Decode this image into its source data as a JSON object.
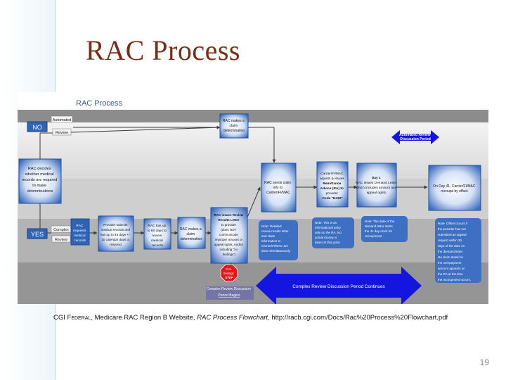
{
  "slide": {
    "title": "RAC Process",
    "page_number": "19"
  },
  "flowchart": {
    "heading": "RAC Process",
    "no_label": "NO",
    "yes_label": "YES",
    "automated_label": "Automated",
    "review_label_top": "Review",
    "complex_label": "Complex",
    "review_label_bottom": "Review",
    "decide_box": [
      "RAC decides",
      "whether medical",
      "records are required",
      "to make",
      "determinations"
    ],
    "claim_determination_top": [
      "RAC makes a",
      "claim",
      "determination"
    ],
    "automated_review_period": [
      "Automated Review",
      "Discussion Period"
    ],
    "rac_requests": [
      "RAC",
      "requests",
      "medical",
      "records"
    ],
    "provider_submits": [
      "Provider submits",
      "medical records and",
      "has up to 45 days +/-",
      "10 calendar days to",
      "respond."
    ],
    "rac_has_days": [
      "RAC has up",
      "to 60 days to",
      "review",
      "medical",
      "records"
    ],
    "claim_determination_bottom": [
      "RAC makes a",
      "claim",
      "determination"
    ],
    "review_results": [
      "RAC issues Review",
      "Results Letter",
      "to provider",
      "(does NOT",
      "communicate",
      "improper amount or",
      "appeal rights. And/or",
      "including \"no",
      "findings\")"
    ],
    "sends_claim": [
      "RAC sends claim",
      "info to",
      "Carrier/FI/MAC"
    ],
    "remittance": [
      "Carrier/FI/MAC",
      "adjusts & issues",
      "Remittance",
      "Advice (RA) to",
      "provider",
      "Code \"N432\""
    ],
    "demand_letter": [
      "Day 1",
      "RAC issues Demand Letter",
      "which includes amount and",
      "appeal rights."
    ],
    "day41": [
      "On Day 41, Carrier/FI/MAC",
      "recoups by offset."
    ],
    "note_detailed": [
      "Note: Detailed",
      "review results letter",
      "and claim",
      "information to",
      "Carrier/FI/MAC are",
      "done simultaneously"
    ],
    "note_informational": [
      "Note: This is an",
      "informational entry",
      "only on the RA. No",
      "actual money is",
      "taken at this point."
    ],
    "note_date": [
      "Note: The date of the",
      "demand letter starts",
      "the 41 day clock for",
      "recoupment."
    ],
    "note_offset": [
      "Note: Offset occurs if",
      "the provider has not",
      "submitted an appeal",
      "request within 30",
      "days of the date on",
      "the demand letter.",
      "No claim detail for",
      "the overpayment",
      "amount appears on",
      "the RA at the time",
      "the recoupment occurs."
    ],
    "stop_sign": [
      "If no",
      "findings",
      "STOP"
    ],
    "complex_discussion": [
      "Complex Review Discussion",
      "Period Begins"
    ],
    "complex_continues": "Complex Review Discussion Period Continues"
  },
  "caption": {
    "prefix": "CGI ",
    "org_sc": "Federal",
    "mid": ", Medicare RAC Region B Website, ",
    "italic": "RAC Process Flowchart",
    "suffix": ", http://racb.cgi.com/Docs/Rac%20Process%20Flowchart.pdf"
  },
  "colors": {
    "title": "#7b2d13",
    "box_blue": "#2f63b5",
    "note_blue": "#3d6fc2",
    "arrow_blue": "#1515e0",
    "stop_red": "#e01818"
  }
}
